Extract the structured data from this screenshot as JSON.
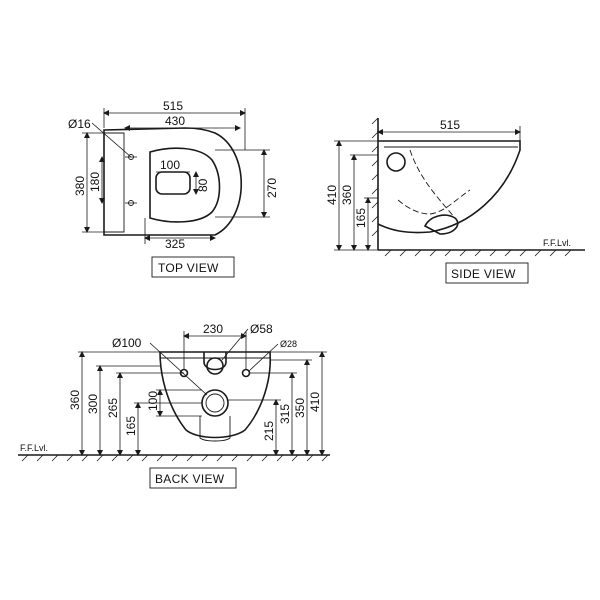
{
  "views": {
    "top": "TOP VIEW",
    "side": "SIDE VIEW",
    "back": "BACK VIEW"
  },
  "floor_label": "F.F.Lvl.",
  "top_view": {
    "overall_length": "515",
    "bowl_length": "430",
    "hole_dia": "Ø16",
    "overall_width": "380",
    "fix_spacing": "180",
    "outlet_width": "100",
    "outlet_height": "80",
    "seat_width": "270",
    "rear_width": "325"
  },
  "side_view": {
    "overall_length": "515",
    "height_total": "410",
    "height_mid": "360",
    "height_low": "165"
  },
  "back_view": {
    "fix_spacing": "230",
    "inlet_dia": "Ø100",
    "water_dia": "Ø58",
    "fix_dia": "Ø28",
    "left_h": [
      "360",
      "300",
      "265",
      "165",
      "100"
    ],
    "right_h": [
      "215",
      "315",
      "350",
      "410"
    ]
  }
}
